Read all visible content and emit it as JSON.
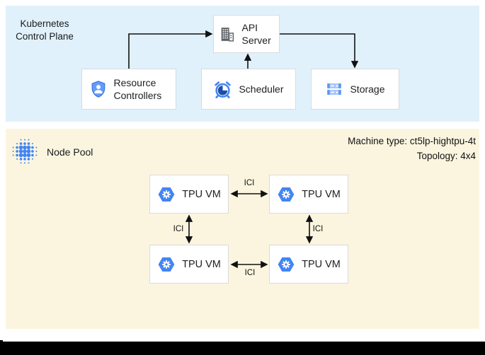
{
  "control_plane": {
    "title": "Kubernetes Control Plane",
    "api_server_label": "API Server",
    "resource_controllers_label": "Resource Controllers",
    "scheduler_label": "Scheduler",
    "storage_label": "Storage"
  },
  "node_pool": {
    "title": "Node Pool",
    "machine_type": "Machine type: ct5lp-hightpu-4t",
    "topology": "Topology: 4x4",
    "tpu_vm_label": "TPU VM",
    "interconnect_label": "ICI"
  },
  "icons": {
    "api_server": "building-icon",
    "resource_controllers": "shield-user-icon",
    "scheduler": "alarm-clock-icon",
    "storage": "server-stack-icon",
    "node_pool": "dot-grid-icon",
    "tpu_vm": "gke-hexagon-icon"
  },
  "colors": {
    "control_plane_background": "#e0f1fb",
    "node_pool_background": "#fbf5e0",
    "accent_blue": "#4285f4",
    "light_blue": "#a7c5fb",
    "icon_gray": "#5f6368",
    "arrow_black": "#111111",
    "box_border": "#d9dadc",
    "bottom_bar": "#000000"
  }
}
